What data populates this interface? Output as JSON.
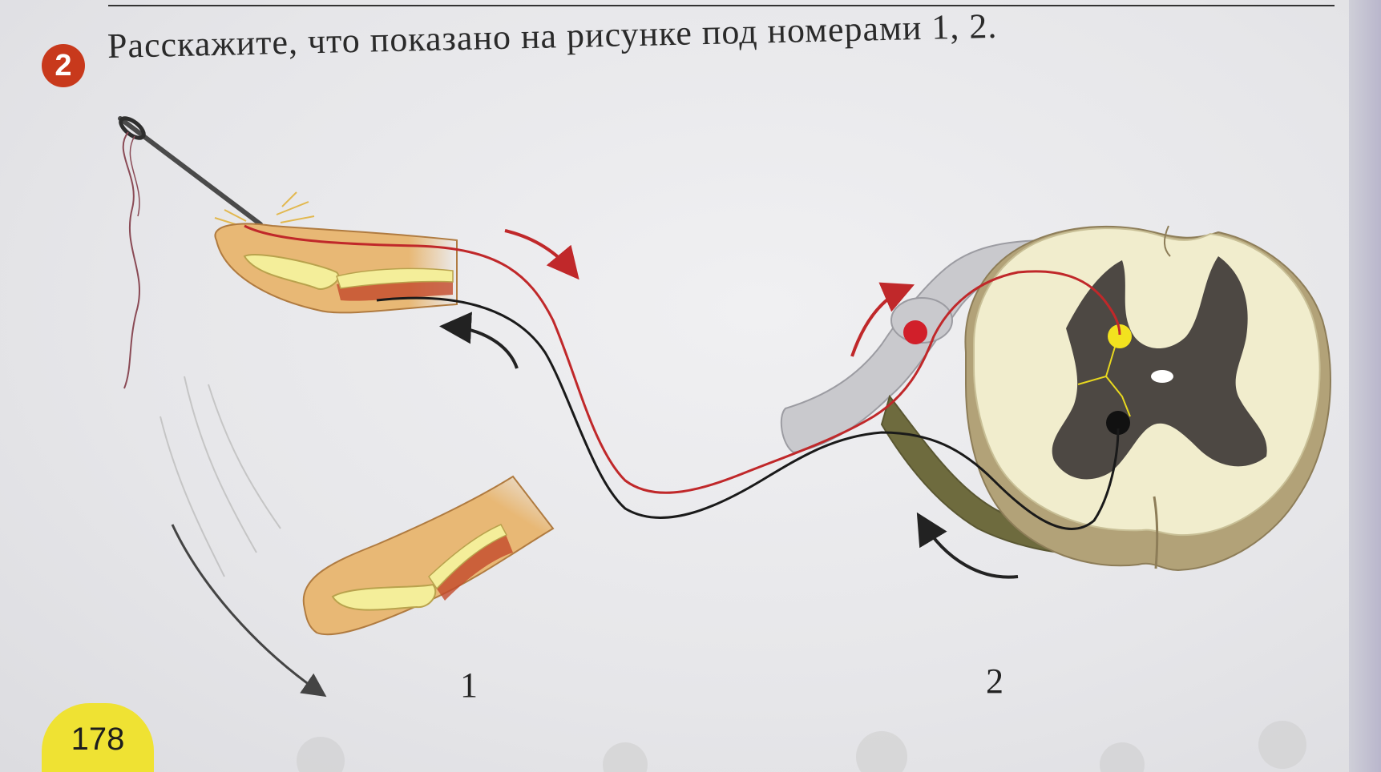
{
  "task": {
    "number": "2",
    "text": "Расскажите, что показано на рисунке под номерами 1, 2."
  },
  "figures": {
    "label_1": "1",
    "label_2": "2"
  },
  "page_number": "178",
  "colors": {
    "accent_badge": "#c8391c",
    "sensory_path": "#c0282a",
    "motor_path": "#1a1a1a",
    "finger": "#e8b875",
    "spinal_white_matter": "#f1edcd",
    "spinal_gray_matter": "#4d4843",
    "interneuron": "#e8d81f",
    "page_number_badge": "#efe233"
  }
}
